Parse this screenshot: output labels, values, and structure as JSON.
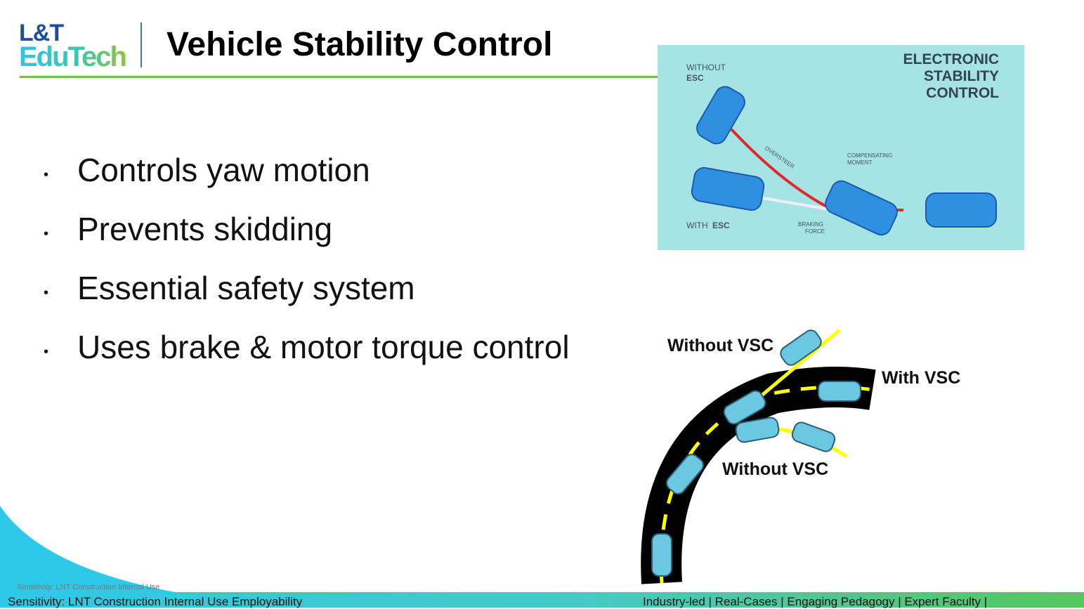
{
  "logo": {
    "line1": "L&T",
    "line2": "EduTech"
  },
  "title": "Vehicle Stability Control",
  "bullets": [
    "Controls yaw motion",
    "Prevents skidding",
    "Essential safety system",
    "Uses brake & motor torque control"
  ],
  "esc_image": {
    "title_lines": [
      "ELECTRONIC",
      "STABILITY",
      "CONTROL"
    ],
    "without": "WITHOUT",
    "esc": "ESC",
    "with": "WITH",
    "oversteer": "OVERSTEER",
    "compensating": "COMPENSATING",
    "moment": "MOMENT",
    "braking": "BRAKING",
    "force": "FORCE"
  },
  "vsc_image": {
    "without_top": "Without VSC",
    "with": "With VSC",
    "without_bottom": "Without VSC"
  },
  "sensitivity_small": "Sensitivity: LNT Construction Internal Use",
  "footer": {
    "left": "Sensitivity: LNT Construction Internal Use Employability",
    "right": "Industry-led | Real-Cases | Engaging Pedagogy | Expert Faculty |"
  }
}
